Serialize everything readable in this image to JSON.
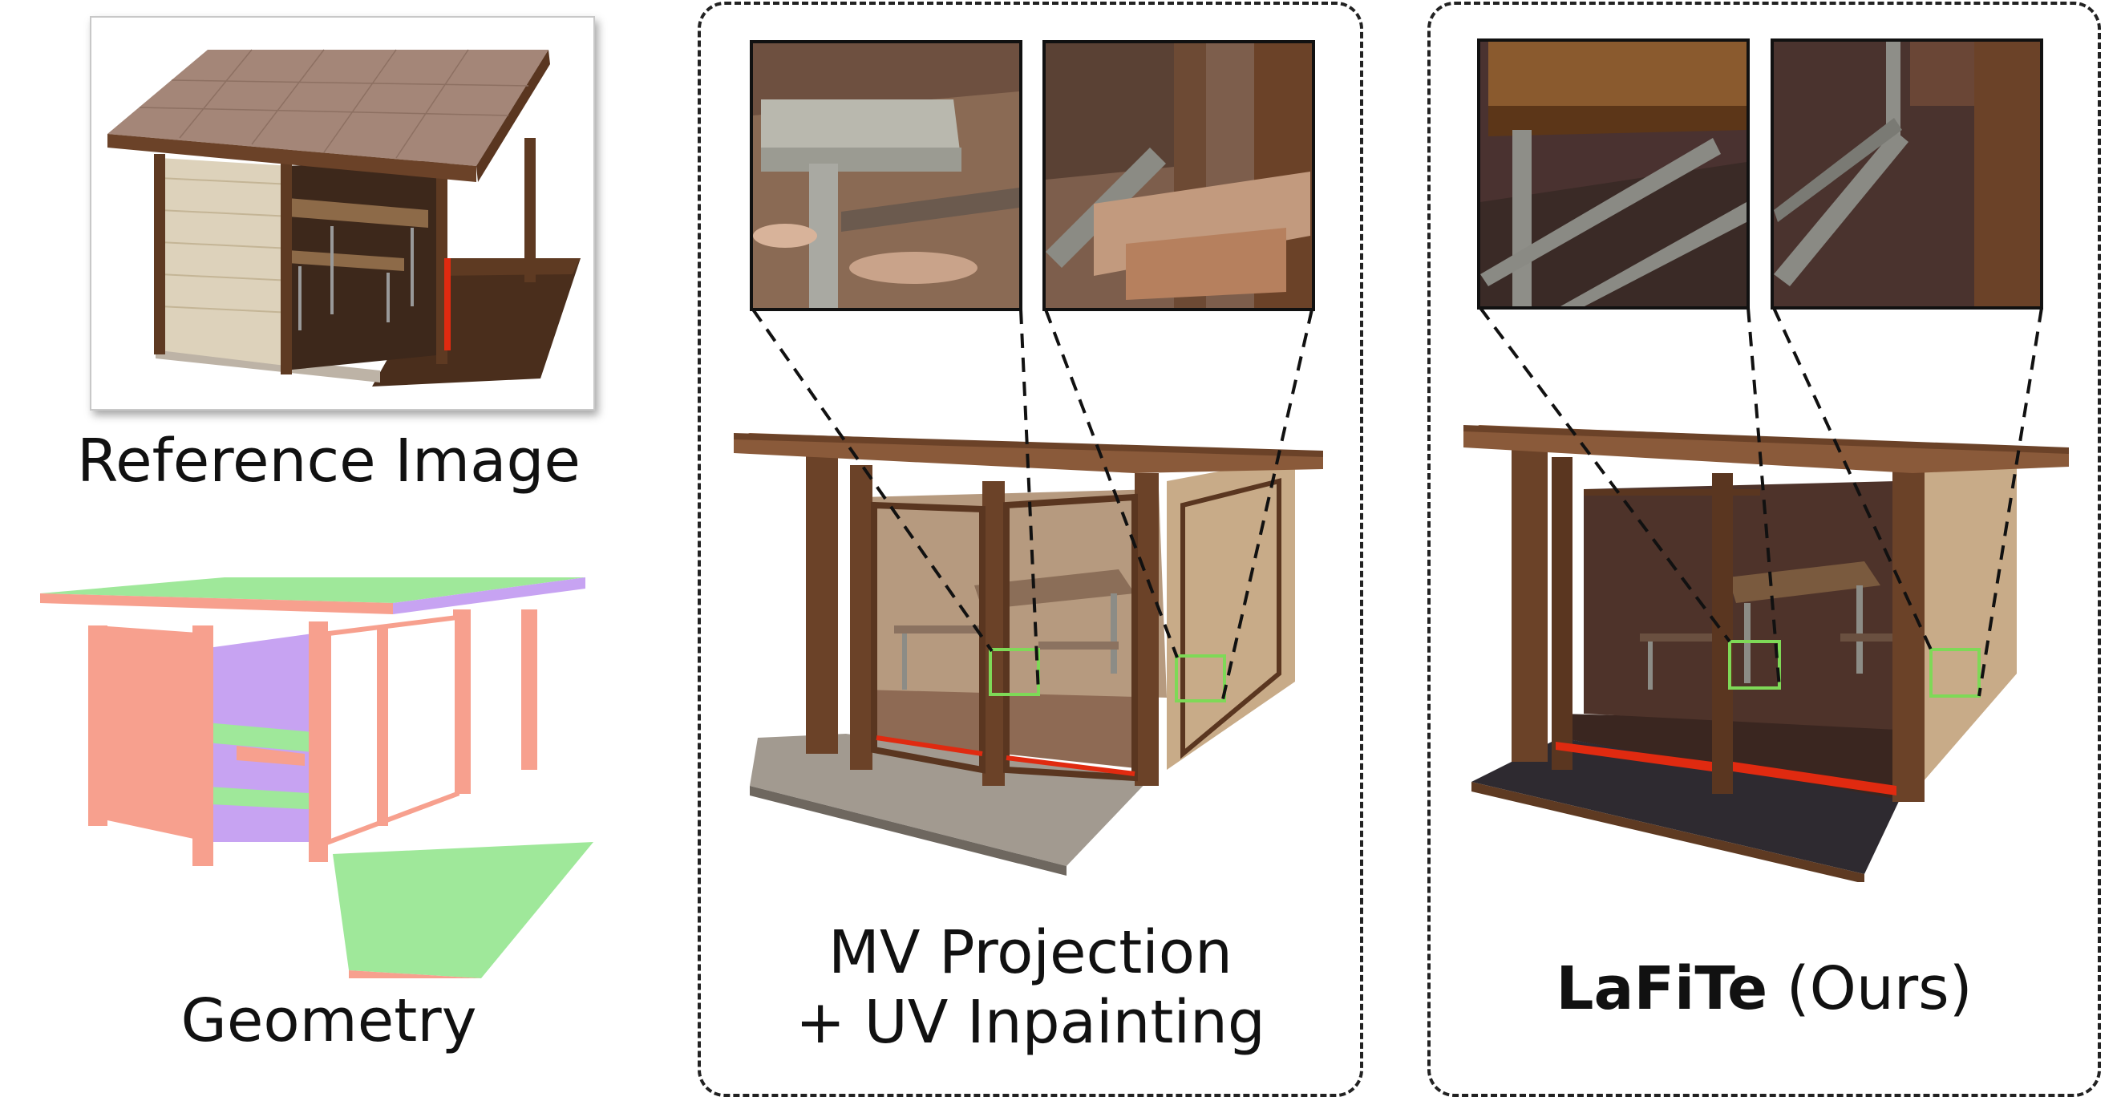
{
  "captions": {
    "reference": "Reference Image",
    "geometry": "Geometry",
    "mv_line1": "MV Projection",
    "mv_line2": "+ UV Inpainting",
    "ours_bold": "LaFiTe",
    "ours_rest": " (Ours)"
  },
  "colors": {
    "wood_dark": "#6b4228",
    "wood_mid": "#8a5a3a",
    "wood_light": "#c8ab88",
    "roof_tile": "#a48678",
    "normal_red": "#f7a08e",
    "normal_green": "#9fe89a",
    "normal_purple": "#c7a3f2",
    "highlight_green": "#7ed957",
    "strip_red": "#e02a10",
    "floor_dark": "#3a2620"
  }
}
